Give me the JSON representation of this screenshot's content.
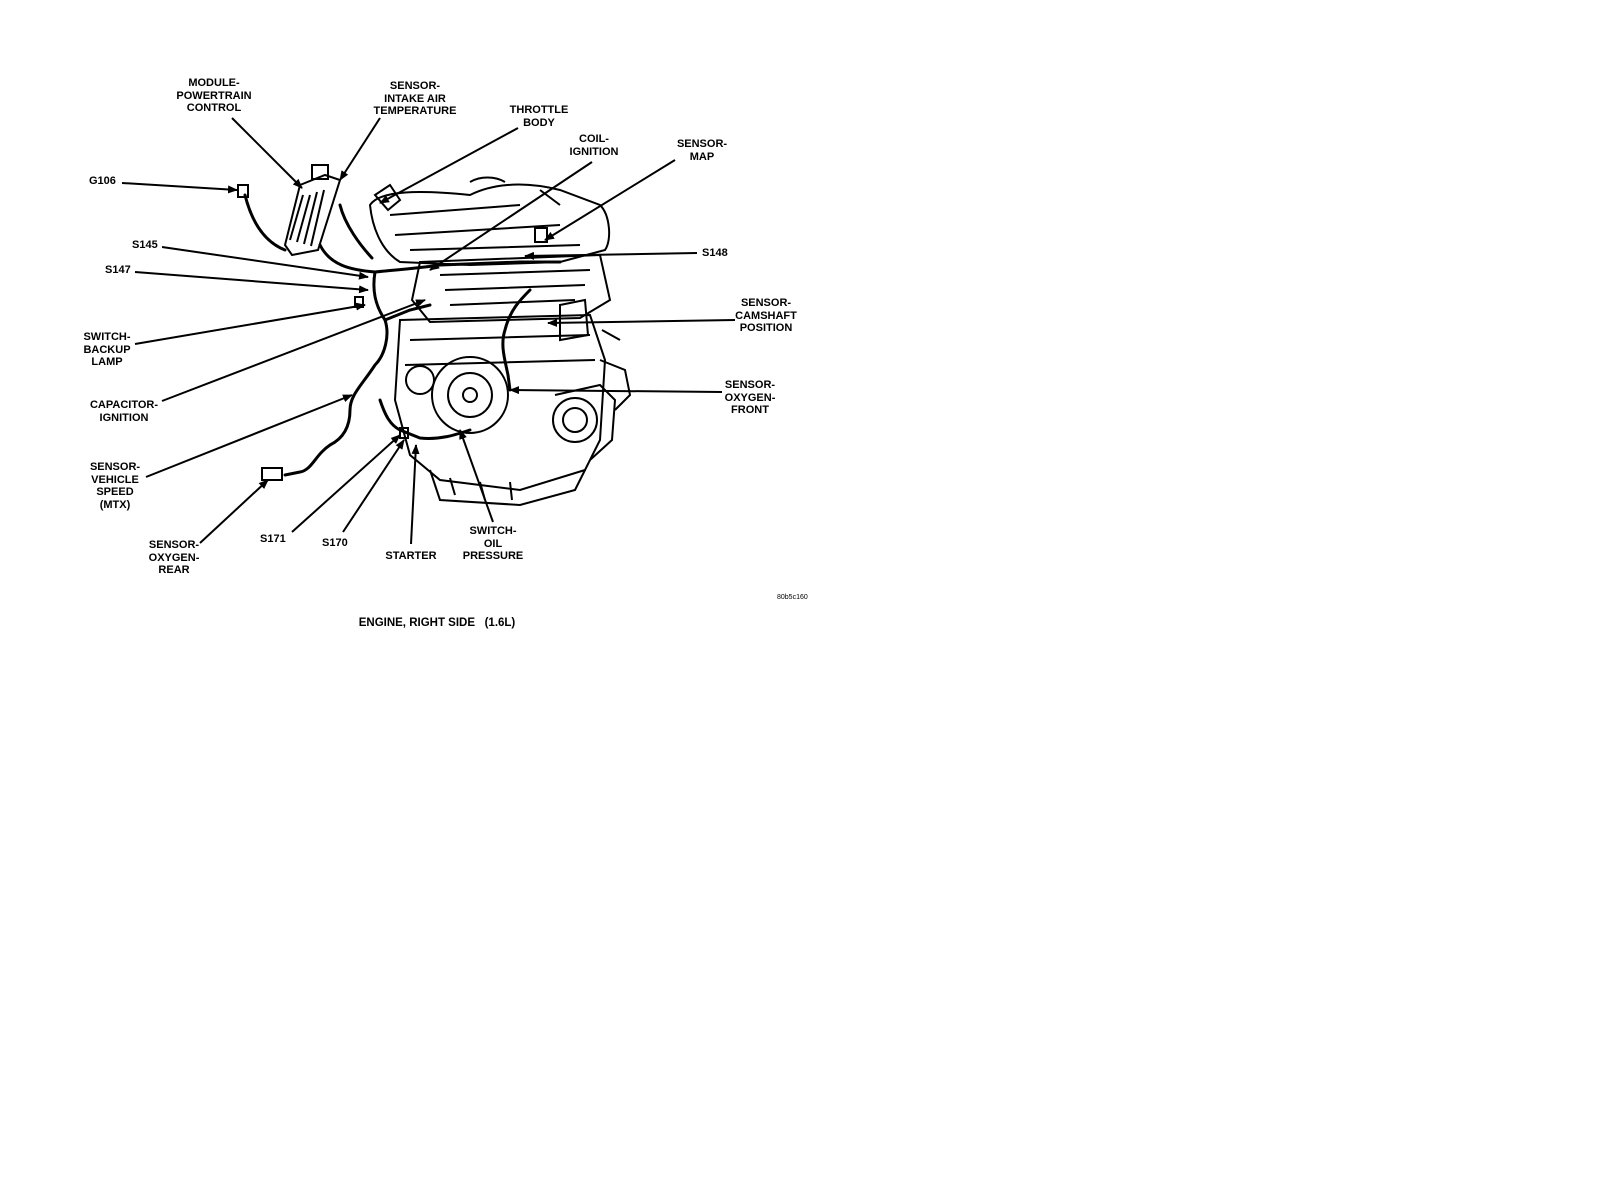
{
  "labels": {
    "module_pcm": "MODULE-\nPOWERTRAIN\nCONTROL",
    "sensor_iat": "SENSOR-\nINTAKE AIR\nTEMPERATURE",
    "throttle_body": "THROTTLE\nBODY",
    "coil_ignition": "COIL-\nIGNITION",
    "sensor_map": "SENSOR-\nMAP",
    "g106": "G106",
    "s145": "S145",
    "s147": "S147",
    "s148": "S148",
    "switch_backup_lamp": "SWITCH-\nBACKUP\nLAMP",
    "sensor_camshaft": "SENSOR-\nCAMSHAFT\nPOSITION",
    "capacitor_ignition": "CAPACITOR-\nIGNITION",
    "sensor_o2_front": "SENSOR-\nOXYGEN-\nFRONT",
    "sensor_vss": "SENSOR-\nVEHICLE\nSPEED\n(MTX)",
    "sensor_o2_rear": "SENSOR-\nOXYGEN-\nREAR",
    "s171": "S171",
    "s170": "S170",
    "starter": "STARTER",
    "switch_oil_pressure": "SWITCH-\nOIL\nPRESSURE"
  },
  "figure_id": "80b5c160",
  "caption": "ENGINE, RIGHT SIDE   (1.6L)"
}
